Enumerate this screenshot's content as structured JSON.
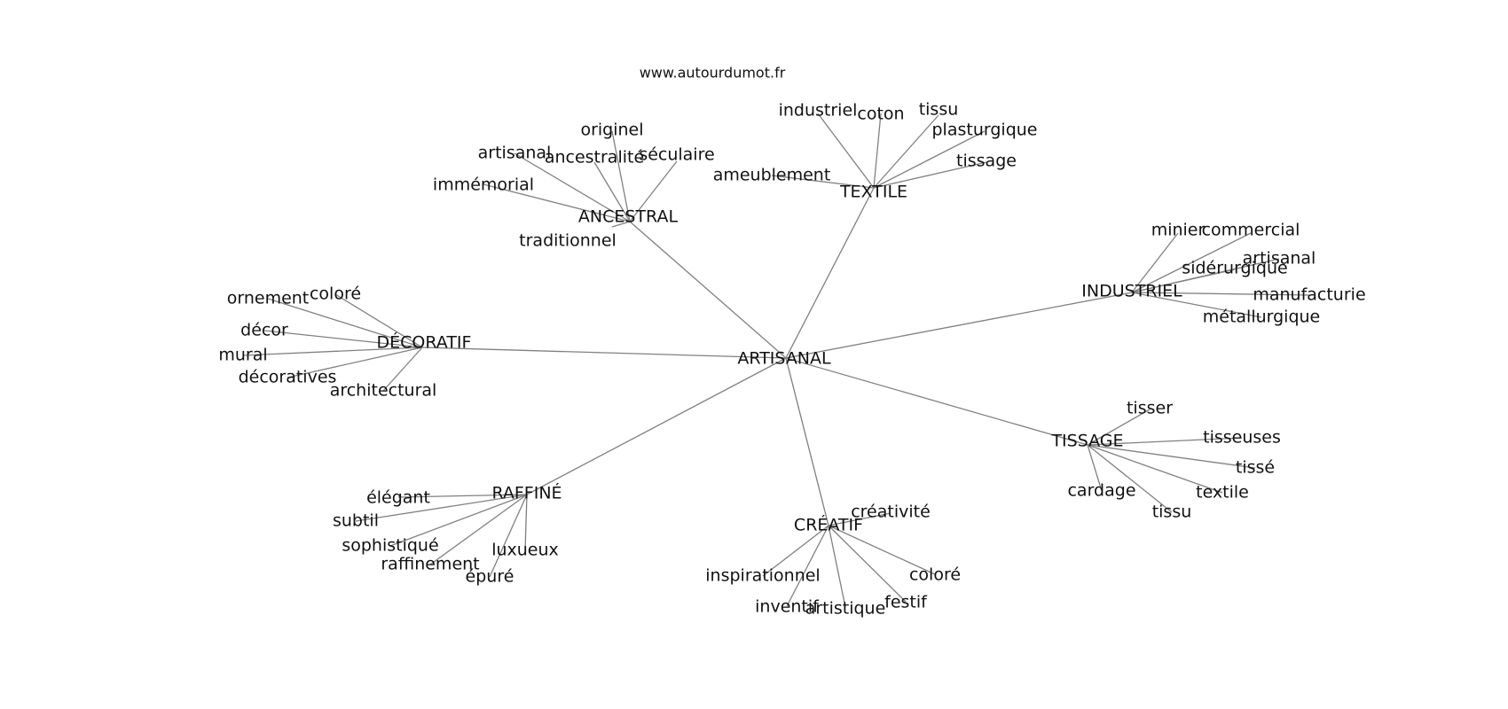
{
  "source": "www.autourdumot.fr",
  "center": "ARTISANAL",
  "clusters": [
    {
      "hub": "ANCESTRAL",
      "words": [
        "originel",
        "artisanal",
        "ancestralité",
        "séculaire",
        "immémorial",
        "traditionnel"
      ]
    },
    {
      "hub": "TEXTILE",
      "words": [
        "industriel",
        "coton",
        "tissu",
        "plasturgique",
        "tissage",
        "ameublement"
      ]
    },
    {
      "hub": "INDUSTRIEL",
      "words": [
        "minier",
        "commercial",
        "sidérurgique",
        "artisanal",
        "manufacturie",
        "métallurgique"
      ]
    },
    {
      "hub": "TISSAGE",
      "words": [
        "tisser",
        "tisseuses",
        "tissé",
        "textile",
        "cardage",
        "tissu"
      ]
    },
    {
      "hub": "CRÉATIF",
      "words": [
        "créativité",
        "coloré",
        "festif",
        "artistique",
        "inventif",
        "inspirationnel"
      ]
    },
    {
      "hub": "RAFFINÉ",
      "words": [
        "élégant",
        "subtil",
        "sophistiqué",
        "raffinement",
        "épuré",
        "luxueux"
      ]
    },
    {
      "hub": "DÉCORATIF",
      "words": [
        "ornement",
        "coloré",
        "décor",
        "mural",
        "décoratives",
        "architectural"
      ]
    }
  ]
}
